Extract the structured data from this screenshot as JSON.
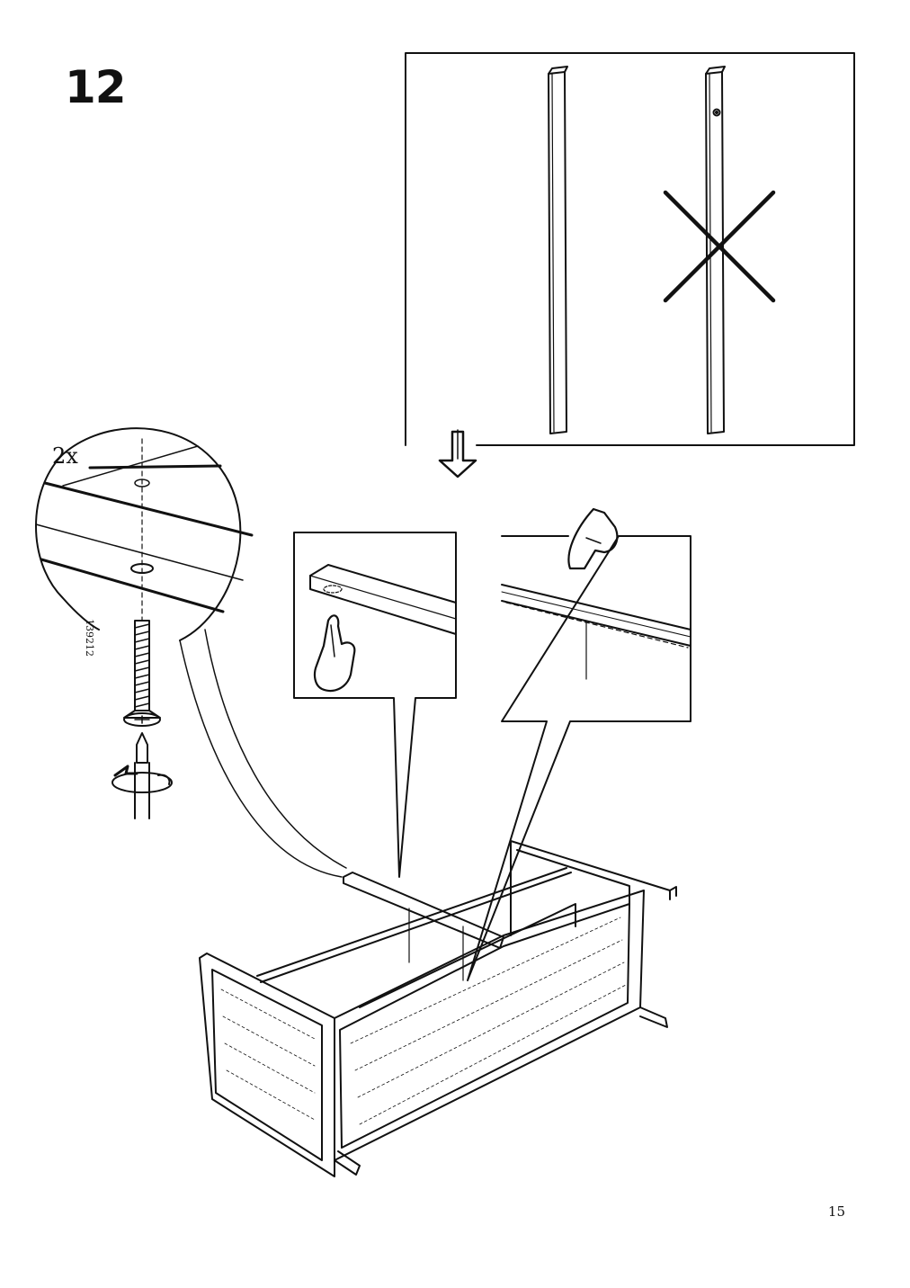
{
  "step": {
    "number": "12"
  },
  "detail": {
    "quantity": "2x",
    "part_number": "139212"
  },
  "page": {
    "number": "15"
  },
  "icons": [
    "wrong-way-cross-icon",
    "down-arrow-icon",
    "pointing-hand-icon",
    "screwdriver-rotate-icon"
  ]
}
